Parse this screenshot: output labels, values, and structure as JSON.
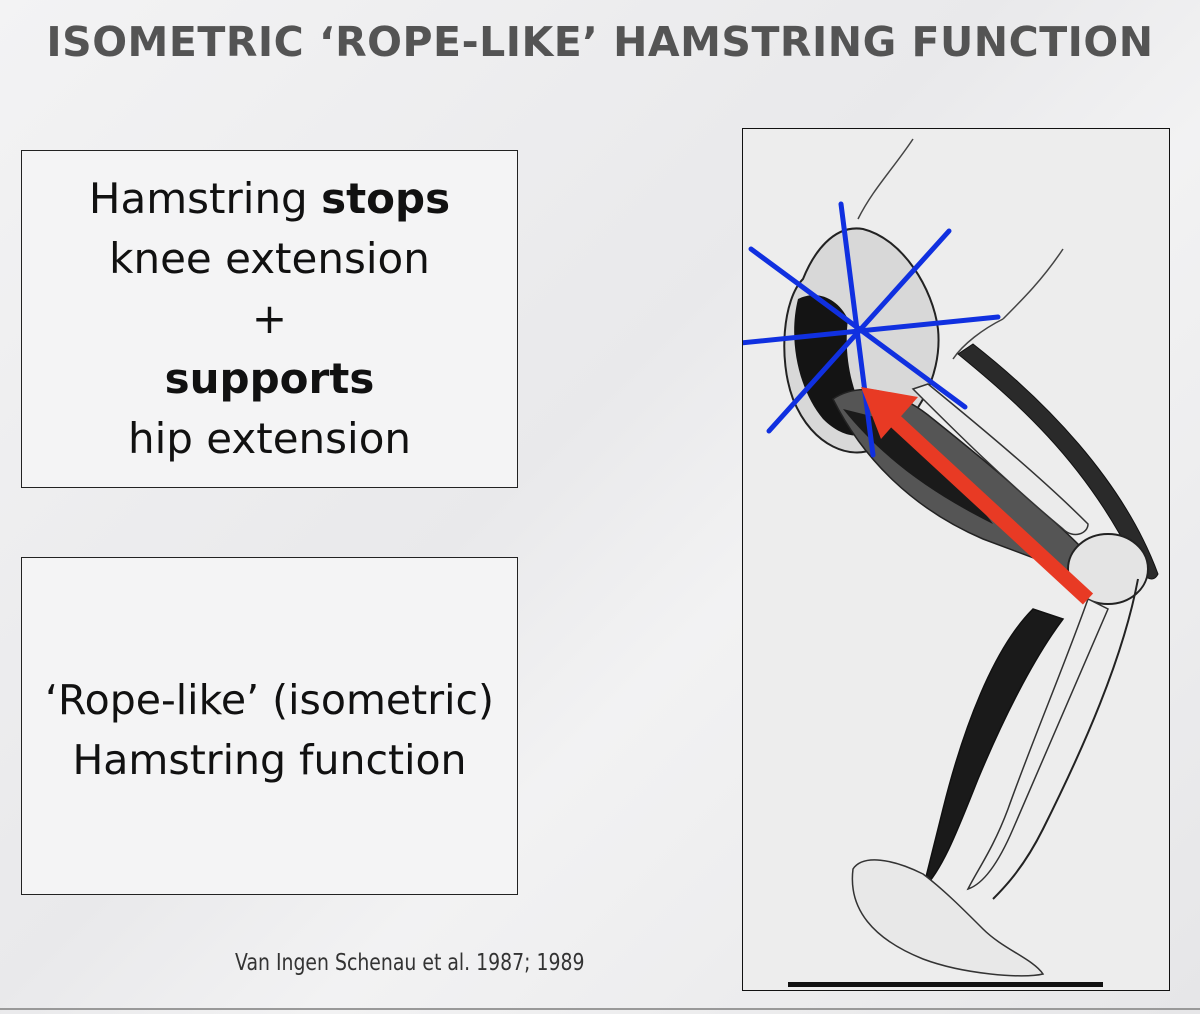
{
  "slide": {
    "title": "ISOMETRIC ‘ROPE-LIKE’ HAMSTRING FUNCTION"
  },
  "box1": {
    "line1_normal": "Hamstring ",
    "line1_bold": "stops",
    "line2": "knee extension",
    "line3": "+",
    "line4_bold": "supports",
    "line5": "hip extension"
  },
  "box2": {
    "line1": "‘Rope-like’ (isometric)",
    "line2": "Hamstring function"
  },
  "citation": "Van Ingen Schenau  et al. 1987; 1989",
  "figure": {
    "illustration_icon": "leg-muscle-anatomy-icon",
    "colors": {
      "star_lines": "#1030e0",
      "force_arrow": "#e83a24",
      "muscle_dark": "#111111",
      "bone_light": "#e6e6e6"
    }
  }
}
